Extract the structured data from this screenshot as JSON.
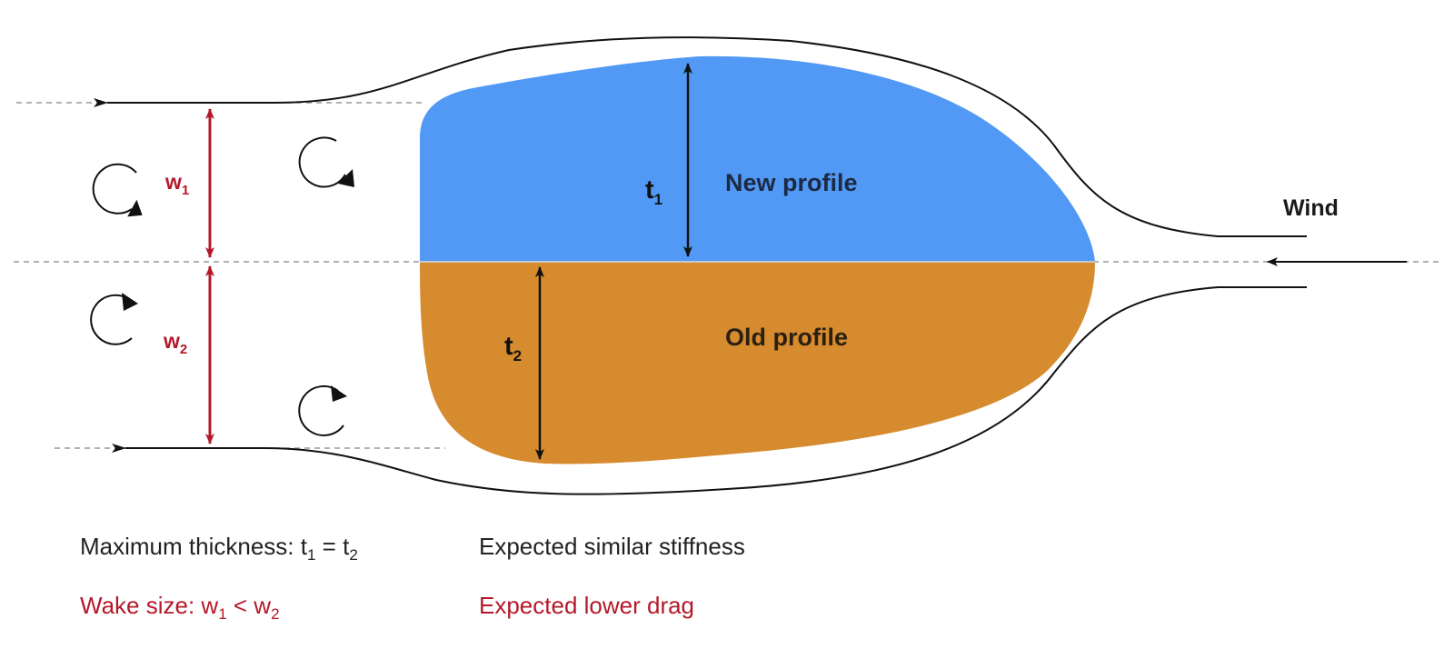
{
  "labels": {
    "new_profile": "New profile",
    "old_profile": "Old profile",
    "wind": "Wind",
    "t1": {
      "base": "t",
      "sub": "1"
    },
    "t2": {
      "base": "t",
      "sub": "2"
    },
    "w1": {
      "base": "w",
      "sub": "1"
    },
    "w2": {
      "base": "w",
      "sub": "2"
    }
  },
  "captions": {
    "thickness": {
      "prefix": "Maximum thickness: ",
      "a": "t",
      "a_sub": "1",
      "op": " = ",
      "b": "t",
      "b_sub": "2"
    },
    "stiffness": "Expected similar stiffness",
    "wake": {
      "prefix": "Wake size: ",
      "a": "w",
      "a_sub": "1",
      "op": " < ",
      "b": "w",
      "b_sub": "2"
    },
    "drag": "Expected lower drag"
  },
  "colors": {
    "new_profile": "#5199f4",
    "old_profile": "#d78b2f",
    "wake_red": "#b5182a",
    "ink": "#111111",
    "dashed": "#999999"
  }
}
